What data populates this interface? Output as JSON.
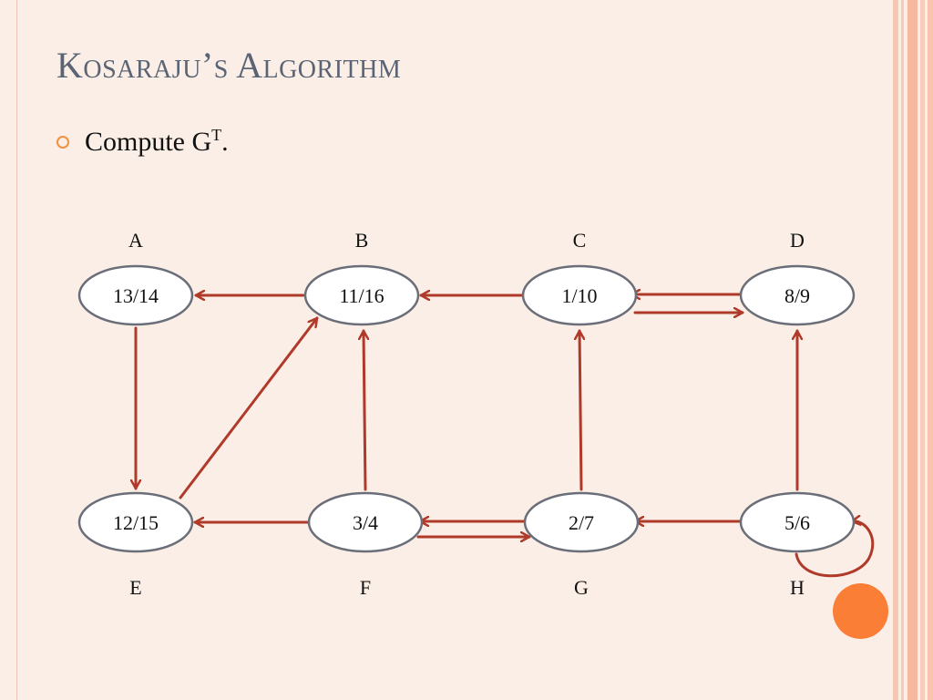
{
  "slide": {
    "title": "Kosaraju’s Algorithm",
    "bullet": {
      "text": "Compute G",
      "superscript": "T",
      "suffix": "."
    }
  },
  "colors": {
    "background": "#FBEEE6",
    "title": "#5A6474",
    "bullet": "#F2913E",
    "edge": "#B03A2A",
    "node_stroke": "#6A6E78",
    "accent_dot": "#FA7E36"
  },
  "graph": {
    "nodes": [
      {
        "id": "A",
        "label": "A",
        "value": "13/14"
      },
      {
        "id": "B",
        "label": "B",
        "value": "11/16"
      },
      {
        "id": "C",
        "label": "C",
        "value": "1/10"
      },
      {
        "id": "D",
        "label": "D",
        "value": "8/9"
      },
      {
        "id": "E",
        "label": "E",
        "value": "12/15"
      },
      {
        "id": "F",
        "label": "F",
        "value": "3/4"
      },
      {
        "id": "G",
        "label": "G",
        "value": "2/7"
      },
      {
        "id": "H",
        "label": "H",
        "value": "5/6"
      }
    ],
    "edges": [
      {
        "from": "B",
        "to": "A"
      },
      {
        "from": "C",
        "to": "B"
      },
      {
        "from": "D",
        "to": "C"
      },
      {
        "from": "C",
        "to": "D"
      },
      {
        "from": "A",
        "to": "E"
      },
      {
        "from": "E",
        "to": "B"
      },
      {
        "from": "F",
        "to": "B"
      },
      {
        "from": "G",
        "to": "C"
      },
      {
        "from": "H",
        "to": "D"
      },
      {
        "from": "F",
        "to": "E"
      },
      {
        "from": "G",
        "to": "F"
      },
      {
        "from": "F",
        "to": "G"
      },
      {
        "from": "H",
        "to": "G"
      },
      {
        "from": "H",
        "to": "H"
      }
    ]
  }
}
